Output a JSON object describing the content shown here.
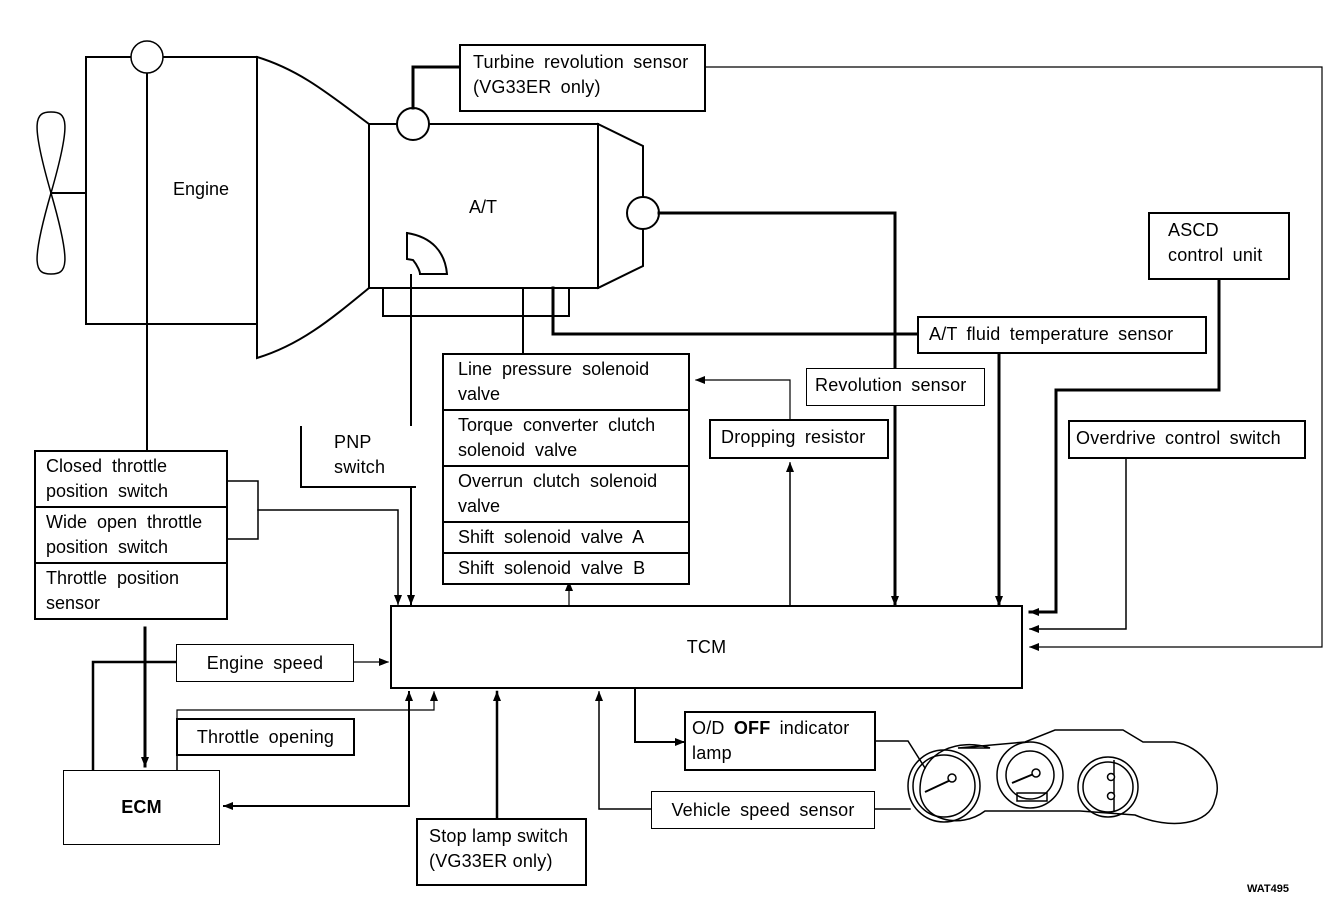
{
  "diagram": {
    "title": "A/T control system block diagram",
    "figure_code": "WAT495",
    "components": {
      "engine": "Engine",
      "at": "A/T",
      "tcm": "TCM",
      "ecm": "ECM",
      "turbine_sensor": [
        "Turbine revolution sensor",
        "(VG33ER only)"
      ],
      "asc_unit": [
        "ASCD",
        "control unit"
      ],
      "fluid_temp_sensor": "A/T fluid temperature sensor",
      "revolution_sensor": "Revolution sensor",
      "dropping_resistor": "Dropping resistor",
      "overdrive_switch": "Overdrive control switch",
      "pnp_switch": [
        "PNP",
        "switch"
      ],
      "engine_speed": "Engine speed",
      "throttle_opening": "Throttle opening",
      "stop_lamp_switch": [
        "Stop lamp switch",
        "(VG33ER only)"
      ],
      "od_off_lamp": {
        "line1_prefix": "O/D ",
        "line1_bold": "OFF",
        "line1_suffix": " indicator",
        "line2": "lamp"
      },
      "vehicle_speed_sensor": "Vehicle speed sensor"
    },
    "solenoids": [
      [
        "Line pressure solenoid",
        "valve"
      ],
      [
        "Torque converter clutch",
        "solenoid valve"
      ],
      [
        "Overrun clutch solenoid",
        "valve"
      ],
      [
        "Shift solenoid valve A"
      ],
      [
        "Shift solenoid valve B"
      ]
    ],
    "throttle_switches": [
      [
        "Closed throttle",
        "position switch"
      ],
      [
        "Wide open throttle",
        "position switch"
      ],
      [
        "Throttle position",
        "sensor"
      ]
    ]
  }
}
